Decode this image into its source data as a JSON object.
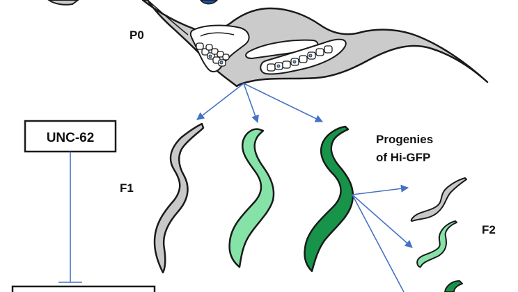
{
  "labels": {
    "p0": "P0",
    "f1": "F1",
    "f2": "F2",
    "progenies_line1": "Progenies",
    "progenies_line2": "of Hi-GFP",
    "unc62": "UNC-62"
  },
  "colors": {
    "worm_gray": "#c8c8c8",
    "worm_light_green": "#86e3a8",
    "worm_dark_green": "#17944a",
    "arrow_blue": "#4472c4",
    "outline": "#1a1a1a"
  }
}
